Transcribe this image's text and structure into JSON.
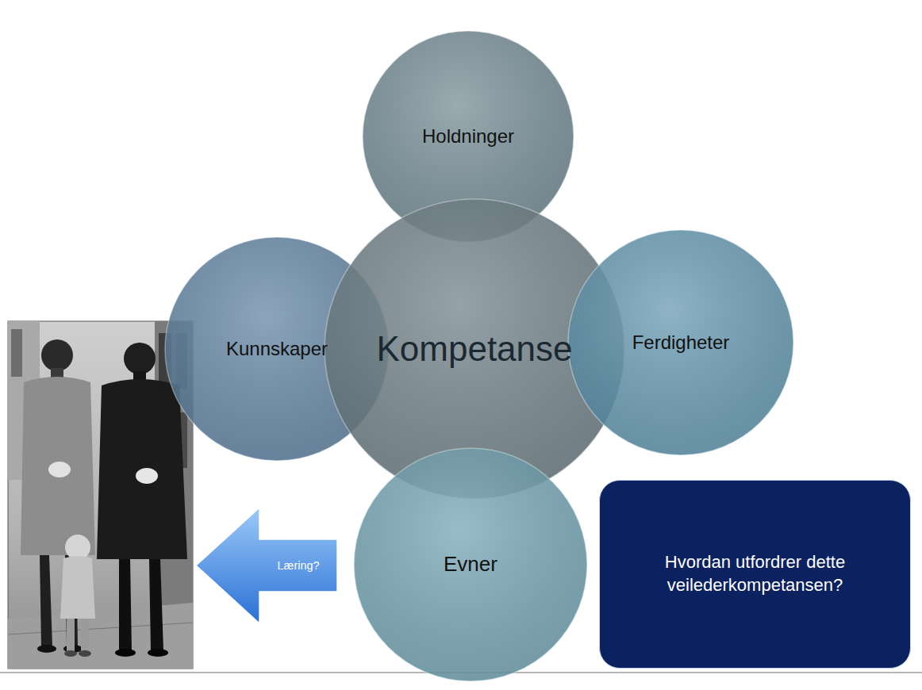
{
  "diagram": {
    "nodes": [
      {
        "text": [
          "Holdninger"
        ]
      },
      {
        "text": [
          "Kunnskaper"
        ]
      },
      {
        "text": [
          "Kompetanse"
        ]
      },
      {
        "text": [
          "Ferdigheter"
        ]
      },
      {
        "text": [
          "Evner"
        ]
      },
      {
        "text": [
          "Læring?"
        ]
      },
      {
        "text": [
          "Hvordan utfordrer dette veilederkompetansen?"
        ]
      }
    ]
  }
}
